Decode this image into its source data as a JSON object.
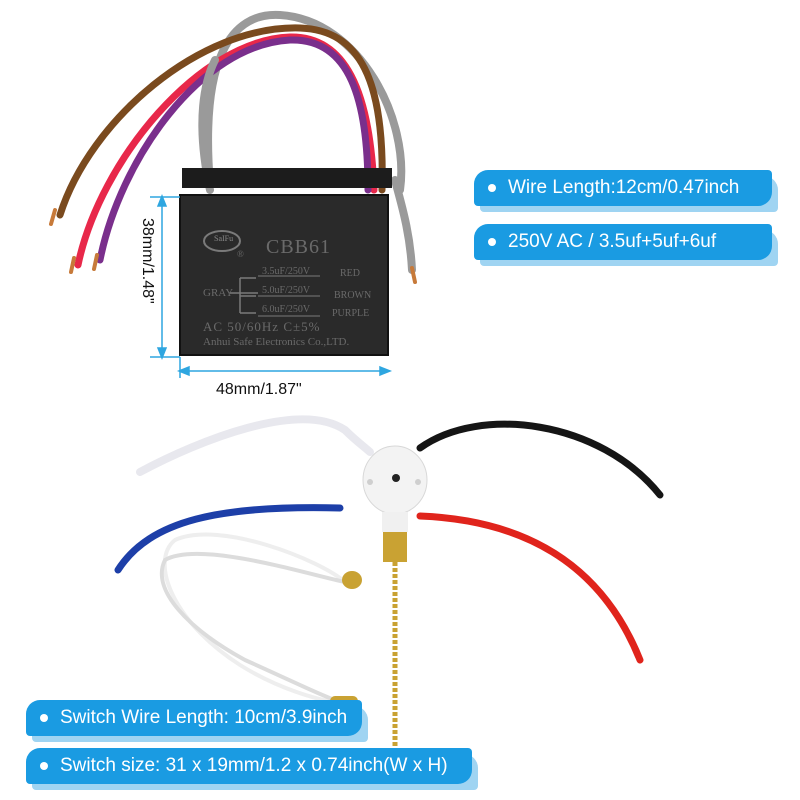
{
  "capacitor": {
    "brand": "SaIFu",
    "registered_mark": "®",
    "model": "CBB61",
    "common_wire": "GRAY",
    "ratings": [
      {
        "value": "3.5uF/250V",
        "wire": "RED"
      },
      {
        "value": "5.0uF/250V",
        "wire": "BROWN"
      },
      {
        "value": "6.0uF/250V",
        "wire": "PURPLE"
      }
    ],
    "spec_line": "AC 50/60Hz C±5%",
    "manufacturer": "Anhui Safe Electronics Co.,LTD.",
    "wire_colors": {
      "brown": "#7a4a1e",
      "red": "#e8284a",
      "purple": "#7a2f8c",
      "gray": "#9a9a9a"
    }
  },
  "dimensions": {
    "height": "38mm/1.48\"",
    "width": "48mm/1.87\"",
    "arrow_color": "#2ea6e0"
  },
  "spec_labels": [
    {
      "text": "Wire Length:12cm/0.47inch"
    },
    {
      "text": "250V AC / 3.5uf+5uf+6uf"
    },
    {
      "text": "Switch Wire Length: 10cm/3.9inch"
    },
    {
      "text": "Switch size:  31 x 19mm/1.2 x 0.74inch(W x H)"
    }
  ],
  "switch": {
    "wire_colors": {
      "white": "#f4f4f6",
      "black": "#151515",
      "blue": "#1d3fa8",
      "red": "#e0241c"
    },
    "accent_brass": "#c9a233"
  },
  "colors": {
    "label_bg": "#1a9be2",
    "label_shadow": "#9fd4f2"
  }
}
